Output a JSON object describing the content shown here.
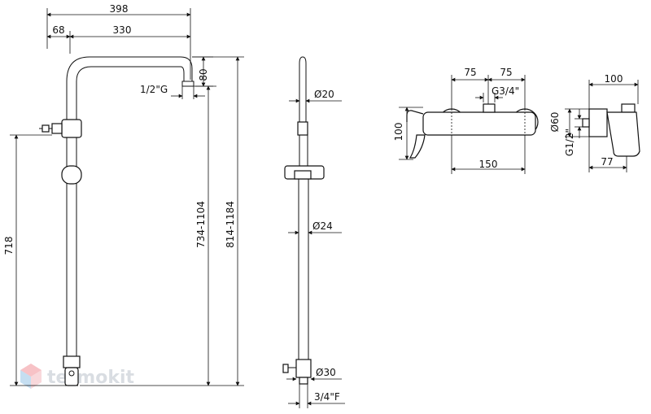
{
  "dimensions": {
    "overall_width": "398",
    "wall_offset": "68",
    "arm_length": "330",
    "head_drop": "80",
    "head_thread": "1/2\"G",
    "outlet_height": "718",
    "height_range_inner": "734-1104",
    "height_range_outer": "814-1184",
    "pipe_top_diameter": "Ø20",
    "pipe_main_diameter": "Ø24",
    "pipe_bottom_diameter": "Ø30",
    "bottom_thread": "3/4\"F",
    "mixer_left_offset": "75",
    "mixer_right_offset": "75",
    "mixer_inlet_thread": "G3/4\"",
    "mixer_height": "100",
    "mixer_centres": "150",
    "side_depth": "100",
    "side_body_diameter": "Ø60",
    "side_inlet_thread": "G1/2\"",
    "side_inner_depth": "77"
  },
  "watermark": {
    "text": "termokit",
    "colors": [
      "#e8505b",
      "#5aa0d8",
      "#f2b8bd",
      "#b8d6ee"
    ]
  }
}
